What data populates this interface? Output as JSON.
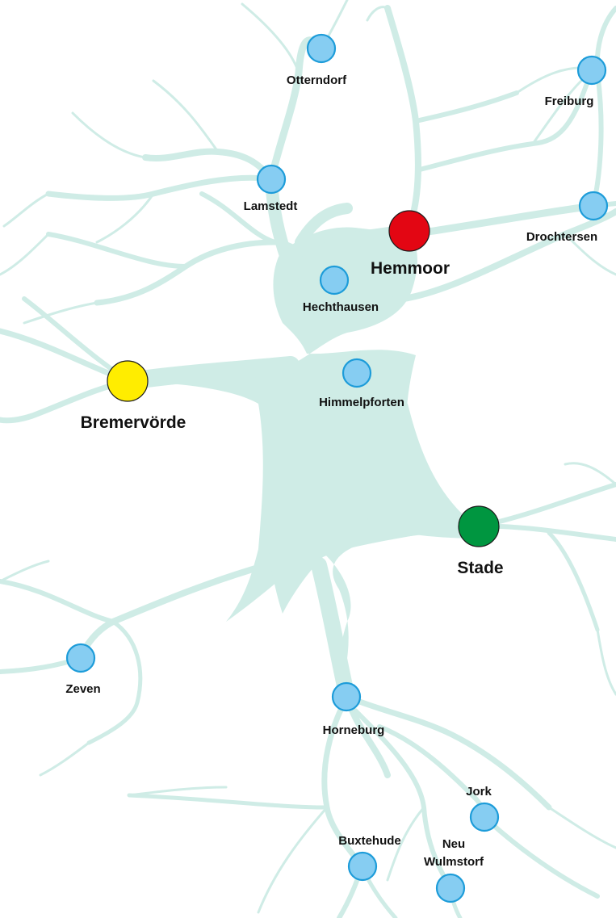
{
  "colors": {
    "network": "#cfece6",
    "town_fill": "#86cdf2",
    "town_stroke": "#1d9cd9",
    "hub_hemmoor": "#e30613",
    "hub_bremervoerde": "#ffed00",
    "hub_stade": "#009640"
  },
  "hubs": [
    {
      "id": "hemmoor",
      "label": "Hemmoor",
      "color": "#e30613"
    },
    {
      "id": "bremervoerde",
      "label": "Bremervörde",
      "color": "#ffed00"
    },
    {
      "id": "stade",
      "label": "Stade",
      "color": "#009640"
    }
  ],
  "towns": [
    {
      "id": "otterndorf",
      "label": "Otterndorf"
    },
    {
      "id": "freiburg",
      "label": "Freiburg"
    },
    {
      "id": "lamstedt",
      "label": "Lamstedt"
    },
    {
      "id": "drochtersen",
      "label": "Drochtersen"
    },
    {
      "id": "hechthausen",
      "label": "Hechthausen"
    },
    {
      "id": "himmelpforten",
      "label": "Himmelpforten"
    },
    {
      "id": "zeven",
      "label": "Zeven"
    },
    {
      "id": "horneburg",
      "label": "Horneburg"
    },
    {
      "id": "jork",
      "label": "Jork"
    },
    {
      "id": "buxtehude",
      "label": "Buxtehude"
    },
    {
      "id": "neu-wulmstorf",
      "label_lines": [
        "Neu",
        "Wulmstorf"
      ]
    }
  ]
}
